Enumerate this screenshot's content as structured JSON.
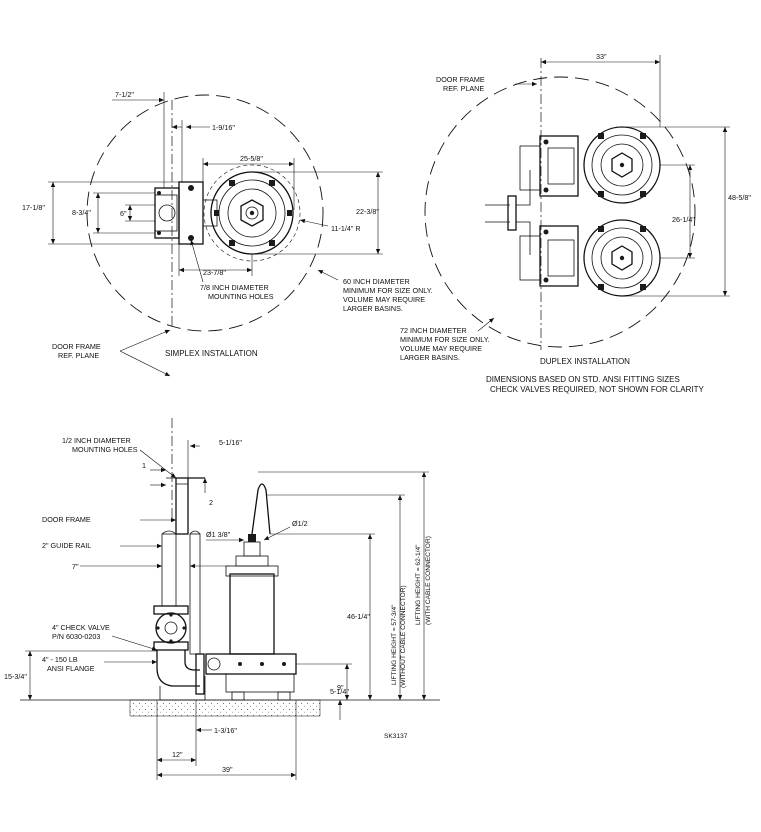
{
  "simplex": {
    "dims": {
      "d7_1_2": "7-1/2\"",
      "d1_9_16": "1-9/16\"",
      "d25_5_8": "25-5/8\"",
      "d17_1_8": "17-1/8\"",
      "d8_3_4": "8-3/4\"",
      "d6": "6\"",
      "d22_3_8": "22-3/8\"",
      "d11_1_4r": "11-1/4\" R",
      "d23_7_8": "23-7/8\""
    },
    "notes": {
      "mounting_holes_1": "7/8 INCH DIAMETER",
      "mounting_holes_2": "MOUNTING HOLES",
      "basin_1": "60 INCH DIAMETER",
      "basin_2": "MINIMUM FOR SIZE ONLY.",
      "basin_3": "VOLUME MAY REQUIRE",
      "basin_4": "LARGER BASINS."
    },
    "caption": "SIMPLEX INSTALLATION"
  },
  "door_frame_ref": {
    "line1": "DOOR FRAME",
    "line2": "REF. PLANE"
  },
  "duplex": {
    "dims": {
      "d33": "33\"",
      "d48_5_8": "48-5/8\"",
      "d26_1_4": "26-1/4\""
    },
    "notes": {
      "basin_1": "72 INCH DIAMETER",
      "basin_2": "MINIMUM FOR SIZE ONLY.",
      "basin_3": "VOLUME MAY REQUIRE",
      "basin_4": "LARGER BASINS."
    },
    "caption": "DUPLEX INSTALLATION",
    "footnote_1": "DIMENSIONS BASED ON STD. ANSI FITTING SIZES",
    "footnote_2": "CHECK VALVES REQUIRED, NOT SHOWN FOR CLARITY"
  },
  "elevation": {
    "holes_1": "1/2 INCH DIAMETER",
    "holes_2": "MOUNTING HOLES",
    "d5_1_16": "5-1/16\"",
    "n1": "1",
    "n2": "2",
    "door_frame": "DOOR FRAME",
    "guide_rail": "2\" GUIDE RAIL",
    "d1_3_8": "Ø1 3/8\"",
    "d1_2": "Ø1/2",
    "d7": "7\"",
    "check_valve_1": "4\" CHECK VALVE",
    "check_valve_2": "P/N 6030-0203",
    "flange_1": "4\" - 150 LB",
    "flange_2": "ANSI FLANGE",
    "d15_3_4": "15-3/4\"",
    "d46_1_4": "46-1/4\"",
    "d9": "9\"",
    "d5_1_4": "5-1/4\"",
    "d1_3_16": "1-3/16\"",
    "d12": "12\"",
    "d39": "39\"",
    "lift_a_1": "LIFTING HEIGHT = 57-3/4\"",
    "lift_a_2": "(WITHOUT CABLE CONNECTOR)",
    "lift_b_1": "LIFTING HEIGHT = 62-1/4\"",
    "lift_b_2": "(WITH CABLE CONNECTOR)"
  },
  "drawing_number": "SK3137"
}
